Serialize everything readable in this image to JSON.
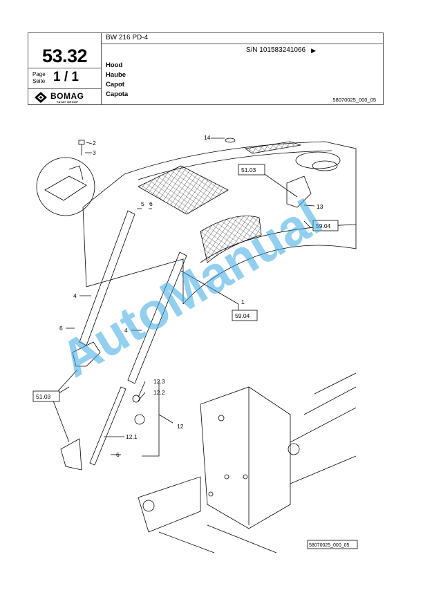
{
  "header": {
    "model": "BW 216 PD-4",
    "serial": "S/N 101583241066",
    "page_number": "53.32",
    "page_label_en": "Page",
    "page_label_de": "Seite",
    "page_of": "1 / 1",
    "titles": [
      "Hood",
      "Haube",
      "Capot",
      "Capota"
    ],
    "drawing_number": "58070025_000_05",
    "logo": {
      "brand": "BOMAG",
      "sub": "FAYAT GROUP"
    }
  },
  "callouts": [
    "14",
    "2",
    "3",
    "51.03",
    "5",
    "6",
    "13",
    "59.04",
    "4",
    "1",
    "59.04",
    "6",
    "4",
    "12.3",
    "12.2",
    "51.03",
    "12",
    "12.1",
    "6"
  ],
  "footer_drawing_number": "58070025_000_05",
  "watermark": "AutoManual",
  "colors": {
    "line": "#000000",
    "watermark": "#3aa7e0"
  }
}
